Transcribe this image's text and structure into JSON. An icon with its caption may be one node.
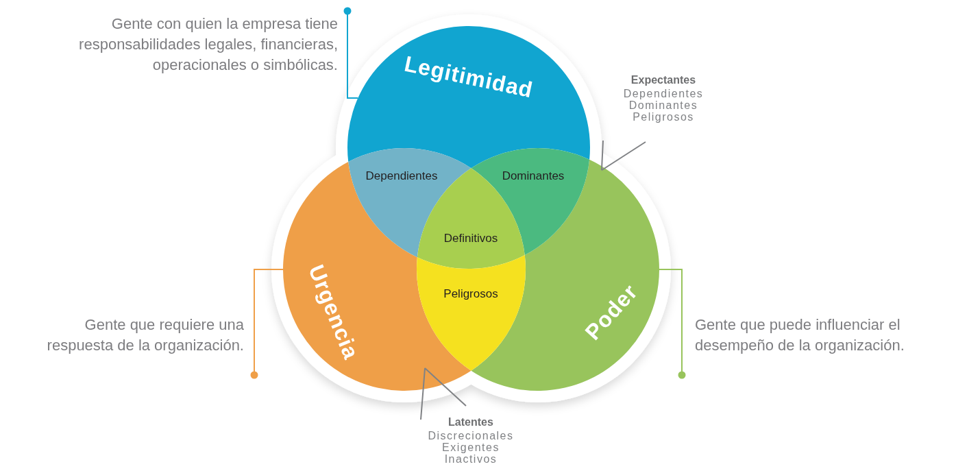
{
  "diagram": {
    "nodes": [
      {
        "text": [
          "Legitimidad"
        ]
      },
      {
        "text": [
          "Urgencia"
        ]
      },
      {
        "text": [
          "Poder"
        ]
      },
      {
        "text": [
          "Dependientes"
        ]
      },
      {
        "text": [
          "Dominantes"
        ]
      },
      {
        "text": [
          "Definitivos"
        ]
      },
      {
        "text": [
          "Peligrosos"
        ]
      },
      {
        "text": [
          "Gente con quien la empresa tiene responsabilidades legales, financieras, operacionales o simbólicas."
        ]
      },
      {
        "text": [
          "Gente que requiere una respuesta de la organización."
        ]
      },
      {
        "text": [
          "Gente que puede influenciar el desempeño de la organización."
        ]
      },
      {
        "text": [
          "Expectantes",
          "Dependientes",
          "Dominantes",
          "Peligrosos"
        ]
      },
      {
        "text": [
          "Latentes",
          "Discrecionales",
          "Exigentes",
          "Inactivos"
        ]
      }
    ],
    "edges": [
      {
        "from": 7,
        "to": 0,
        "arrow": "other",
        "color": "#11a5d0"
      },
      {
        "from": 8,
        "to": 1,
        "arrow": "other",
        "color": "#ef9f48"
      },
      {
        "from": 9,
        "to": 2,
        "arrow": "other",
        "color": "#98c45c"
      },
      {
        "from": 10,
        "to": 2,
        "arrow": "none",
        "color": "#808285"
      },
      {
        "from": 11,
        "to": 1,
        "arrow": "none",
        "color": "#808285"
      }
    ]
  }
}
